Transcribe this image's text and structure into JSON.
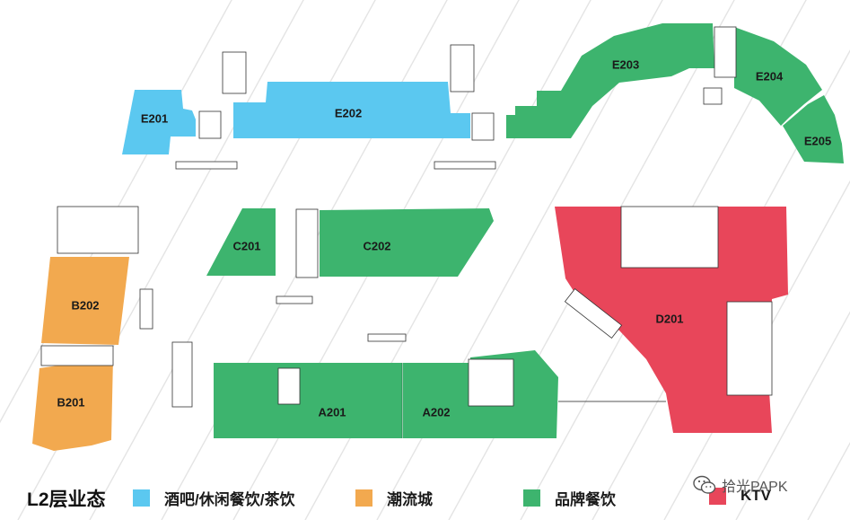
{
  "title": "L2层业态",
  "legend": [
    {
      "label": "酒吧/休闲餐饮/茶饮",
      "color": "#5BC8F0"
    },
    {
      "label": "潮流城",
      "color": "#F2A94F"
    },
    {
      "label": "品牌餐饮",
      "color": "#3DB46E"
    },
    {
      "label": "KTV",
      "color": "#E8465A"
    }
  ],
  "units": {
    "E201": "E201",
    "E202": "E202",
    "E203": "E203",
    "E204": "E204",
    "E205": "E205",
    "C201": "C201",
    "C202": "C202",
    "D201": "D201",
    "B202": "B202",
    "B201": "B201",
    "A201": "A201",
    "A202": "A202"
  },
  "watermark": {
    "text": "拾光PAPK",
    "icon": "wechat-icon"
  }
}
